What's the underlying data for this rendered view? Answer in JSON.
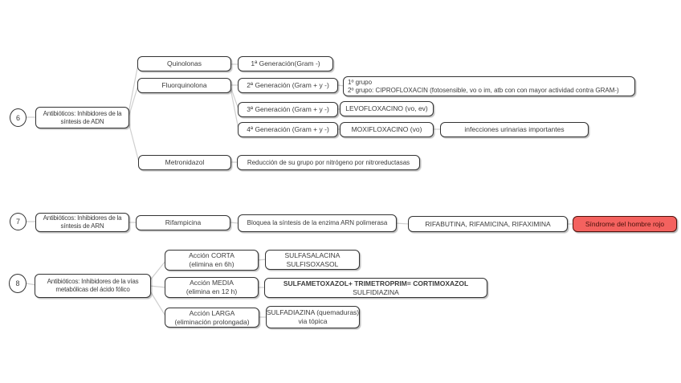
{
  "colors": {
    "background": "#ffffff",
    "box_border": "#333333",
    "text": "#3c3c3c",
    "connector": "#cfcfcf",
    "alert_fill": "#f4625f",
    "alert_border": "#4f120c",
    "alert_text": "#47100a"
  },
  "sections": {
    "adn": {
      "number": "6",
      "root_l1": "Antibióticos: Inhibidores de la",
      "root_l2": "síntesis de ADN",
      "quinolonas": "Quinolonas",
      "gen1": "1ª Generación(Gram -)",
      "fluorquinolona": "Fluorquinolona",
      "gen2": "2ª Generación (Gram + y -)",
      "grupo_l1": "1º grupo",
      "grupo_l2": "2º grupo: CIPROFLOXACIN (fotosensible, vo o im, atb con con mayor actividad contra GRAM-)",
      "gen3": "3ª Generación (Gram + y -)",
      "levofloxacino": "LEVOFLOXACINO (vo, ev)",
      "gen4": "4ª Generación (Gram + y -)",
      "moxifloxacino": "MOXIFLOXACINO (vo)",
      "infecciones": "infecciones urinarias importantes",
      "metronidazol": "Metronidazol",
      "reduccion": "Reducción de su grupo por nitrógeno por nitroreductasas"
    },
    "arn": {
      "number": "7",
      "root_l1": "Antibióticos: Inhibidores de la",
      "root_l2": "síntesis de ARN",
      "rifampicina": "Rifampicina",
      "bloquea": "Bloquea la síntesis de la enzima ARN polimerasa",
      "derivados": "RIFABUTINA, RIFAMICINA, RIFAXIMINA",
      "alerta": "Síndrome del hombre rojo"
    },
    "folico": {
      "number": "8",
      "root_l1": "Antibióticos: Inhibidores de la vías",
      "root_l2": "metabólicas del ácido fólico",
      "corta_l1": "Acción CORTA",
      "corta_l2": "(elimina en 6h)",
      "corta_farmacos_l1": "SULFASALACINA",
      "corta_farmacos_l2": "SULFISOXASOL",
      "media_l1": "Acción MEDIA",
      "media_l2": "(elimina en 12 h)",
      "media_farmacos_l1": "SULFAMETOXAZOL+ TRIMETROPRIM= CORTIMOXAZOL",
      "media_farmacos_l2": "SULFIDIAZINA",
      "larga_l1": "Acción LARGA",
      "larga_l2": "(eliminación prolongada)",
      "larga_farmacos_l1": "SULFADIAZINA (quemaduras)",
      "larga_farmacos_l2": "via tópica"
    }
  },
  "edges": [
    {
      "from": "circle-6",
      "to": "node-adn-root"
    },
    {
      "from": "node-adn-root",
      "to": "node-quinolonas"
    },
    {
      "from": "node-adn-root",
      "to": "node-fluorquinolona"
    },
    {
      "from": "node-adn-root",
      "to": "node-metronidazol"
    },
    {
      "from": "node-quinolonas",
      "to": "node-gen1"
    },
    {
      "from": "node-fluorquinolona",
      "to": "node-gen2"
    },
    {
      "from": "node-fluorquinolona",
      "to": "node-gen3"
    },
    {
      "from": "node-fluorquinolona",
      "to": "node-gen4"
    },
    {
      "from": "node-gen2",
      "to": "node-grupos-ciprofloxacin"
    },
    {
      "from": "node-gen3",
      "to": "node-levofloxacino"
    },
    {
      "from": "node-gen4",
      "to": "node-moxifloxacino"
    },
    {
      "from": "node-moxifloxacino",
      "to": "node-infecciones-urinarias"
    },
    {
      "from": "node-metronidazol",
      "to": "node-reduccion-nitroreductasas"
    },
    {
      "from": "circle-7",
      "to": "node-arn-root"
    },
    {
      "from": "node-arn-root",
      "to": "node-rifampicina"
    },
    {
      "from": "node-rifampicina",
      "to": "node-bloquea-arn-polimerasa"
    },
    {
      "from": "node-bloquea-arn-polimerasa",
      "to": "node-rifabutina-rifamicina-rifaximina"
    },
    {
      "from": "node-rifabutina-rifamicina-rifaximina",
      "to": "node-sindrome-hombre-rojo"
    },
    {
      "from": "circle-8",
      "to": "node-folico-root"
    },
    {
      "from": "node-folico-root",
      "to": "node-accion-corta"
    },
    {
      "from": "node-folico-root",
      "to": "node-accion-media"
    },
    {
      "from": "node-folico-root",
      "to": "node-accion-larga"
    },
    {
      "from": "node-accion-corta",
      "to": "node-sulfasalacina-sulfisoxasol"
    },
    {
      "from": "node-accion-media",
      "to": "node-cotrimoxazol"
    },
    {
      "from": "node-accion-larga",
      "to": "node-sulfadiazina-topica"
    }
  ]
}
